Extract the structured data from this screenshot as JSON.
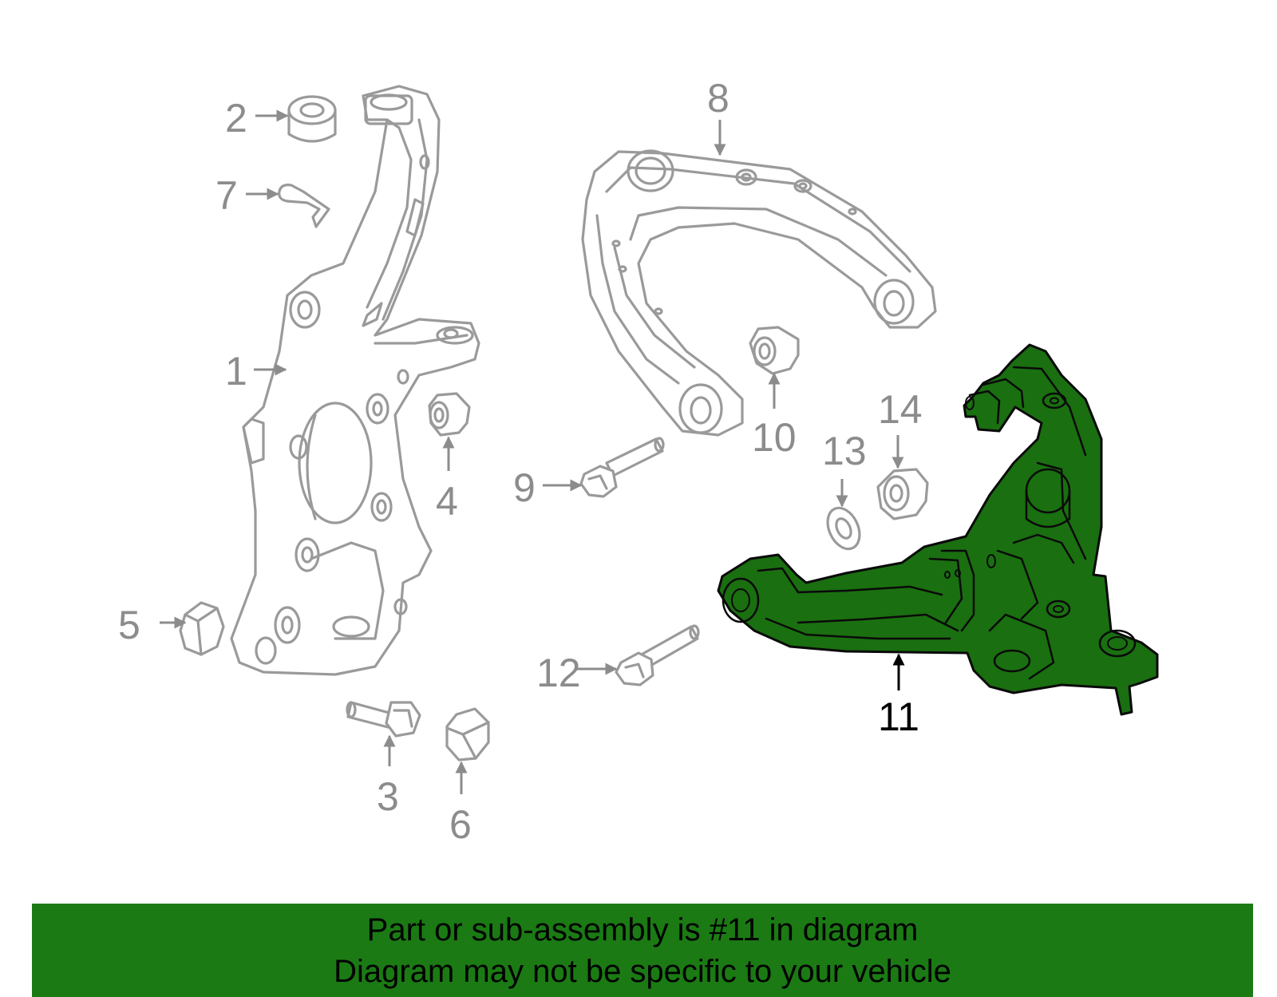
{
  "colors": {
    "highlight": "#1a6f10",
    "banner": "#1b7a14",
    "outline": "#9a9a9a",
    "label": "#8c8c8c"
  },
  "diagram": {
    "labels": {
      "l1": "1",
      "l2": "2",
      "l3": "3",
      "l4": "4",
      "l5": "5",
      "l6": "6",
      "l7": "7",
      "l8": "8",
      "l9": "9",
      "l10": "10",
      "l11": "11",
      "l12": "12",
      "l13": "13",
      "l14": "14"
    },
    "highlighted_part": "11"
  },
  "banner": {
    "line1": "Part or sub-assembly is #11 in diagram",
    "line2": "Diagram may not be specific to your vehicle"
  }
}
